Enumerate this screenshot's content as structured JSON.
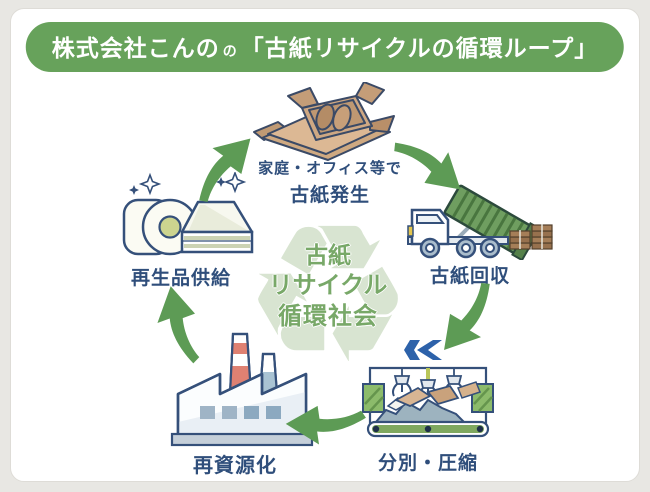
{
  "banner": {
    "company": "株式会社こんの",
    "particle": "の",
    "title": "「古紙リサイクルの循環ループ」"
  },
  "center": {
    "recycle_symbol": "♻",
    "line1": "古紙",
    "line2": "リサイクル",
    "line3": "循環社会"
  },
  "stations": {
    "generation": {
      "caption_line1": "家庭・オフィス等で",
      "caption_line2": "古紙発生",
      "icon": "cardboard-boxes-icon"
    },
    "collection": {
      "caption": "古紙回収",
      "icon": "garbage-truck-icon"
    },
    "sorting": {
      "caption": "分別・圧縮",
      "icon": "sorting-press-icon"
    },
    "recycling": {
      "caption": "再資源化",
      "icon": "factory-icon"
    },
    "supply": {
      "caption": "再生品供給",
      "icon": "paper-products-icon"
    }
  },
  "arrows": [
    "supply-to-generation",
    "generation-to-collection",
    "collection-to-sorting",
    "sorting-to-recycling",
    "recycling-to-supply"
  ],
  "colors": {
    "background": "#e8e7e3",
    "card": "#ffffff",
    "banner_green": "#67a25b",
    "arrow_green": "#5d9b55",
    "label_navy": "#2f4e7b",
    "center_text_green": "#78a868",
    "recycle_symbol_green": "#d8e4d1",
    "cardboard_tan": "#cfa883",
    "truck_container_green": "#6f9e60",
    "logo_blue": "#2d62aa"
  }
}
